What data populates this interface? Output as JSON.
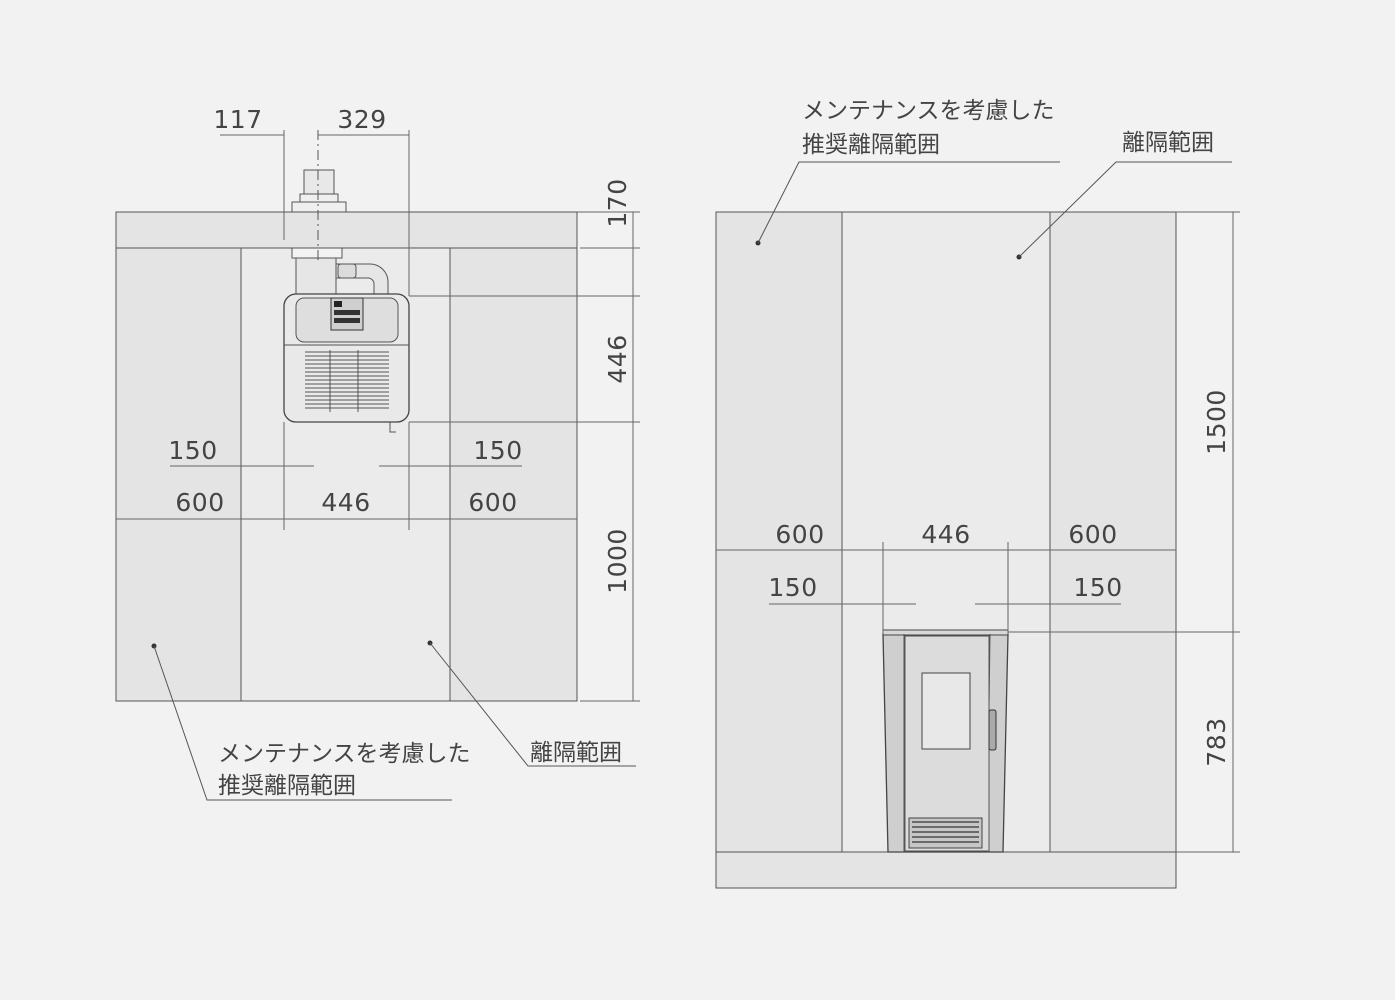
{
  "colors": {
    "background": "#f2f2f2",
    "maintenance_zone": "#e4e4e4",
    "clearance_zone": "#ebebeb",
    "wall": "#e4e4e4",
    "line": "#555555",
    "text": "#444444"
  },
  "top_view": {
    "flue_offset": "117",
    "flue_to_edge": "329",
    "wall_depth": "170",
    "stove_depth": "446",
    "front_clearance": "1000",
    "side_clearance_left": "150",
    "side_clearance_right": "150",
    "maintenance_left": "600",
    "stove_width": "446",
    "maintenance_right": "600",
    "label_maintenance_line1": "メンテナンスを考慮した",
    "label_maintenance_line2": "推奨離隔範囲",
    "label_clearance": "離隔範囲"
  },
  "front_view": {
    "maintenance_left": "600",
    "stove_width": "446",
    "maintenance_right": "600",
    "side_clearance_left": "150",
    "side_clearance_right": "150",
    "top_clearance": "1500",
    "stove_height": "783",
    "label_maintenance_line1": "メンテナンスを考慮した",
    "label_maintenance_line2": "推奨離隔範囲",
    "label_clearance": "離隔範囲"
  },
  "icons": [
    "pellet-stove-top-icon",
    "pellet-stove-front-icon"
  ]
}
